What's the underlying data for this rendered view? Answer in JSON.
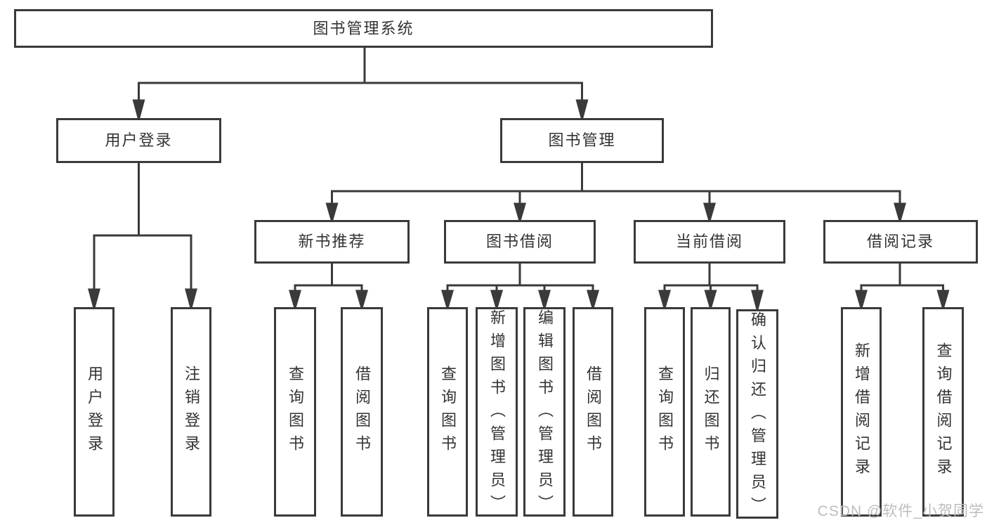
{
  "diagram": {
    "root": {
      "label": "图书管理系统"
    },
    "level2": [
      {
        "label": "用户登录"
      },
      {
        "label": "图书管理"
      }
    ],
    "level3": [
      {
        "label": "新书推荐"
      },
      {
        "label": "图书借阅"
      },
      {
        "label": "当前借阅"
      },
      {
        "label": "借阅记录"
      }
    ],
    "leaves": {
      "user_login": [
        "用户登录",
        "注销登录"
      ],
      "new_book_rec": [
        "查询图书",
        "借阅图书"
      ],
      "book_borrow": [
        "查询图书",
        "新增图书（管理员）",
        "编辑图书（管理员）",
        "借阅图书"
      ],
      "current_borrow": [
        "查询图书",
        "归还图书",
        "确认归还（管理员）"
      ],
      "borrow_record": [
        "新增借阅记录",
        "查询借阅记录"
      ]
    }
  },
  "watermark": {
    "text": "CSDN @软件_小贺同学"
  },
  "colors": {
    "line": "#3a3a3a",
    "text": "#333333",
    "watermark": "#bdbdbd",
    "background": "#ffffff"
  }
}
